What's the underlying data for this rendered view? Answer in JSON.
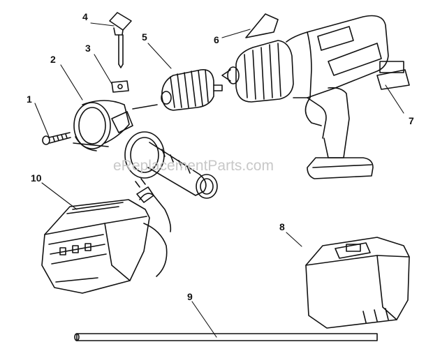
{
  "callouts": {
    "p1": "1",
    "p2": "2",
    "p3": "3",
    "p4": "4",
    "p5": "5",
    "p6": "6",
    "p7": "7",
    "p8": "8",
    "p9": "9",
    "p10": "10"
  },
  "watermark": "eReplacementParts.com",
  "colors": {
    "ink": "#111111",
    "watermark": "#c8c8c8"
  }
}
